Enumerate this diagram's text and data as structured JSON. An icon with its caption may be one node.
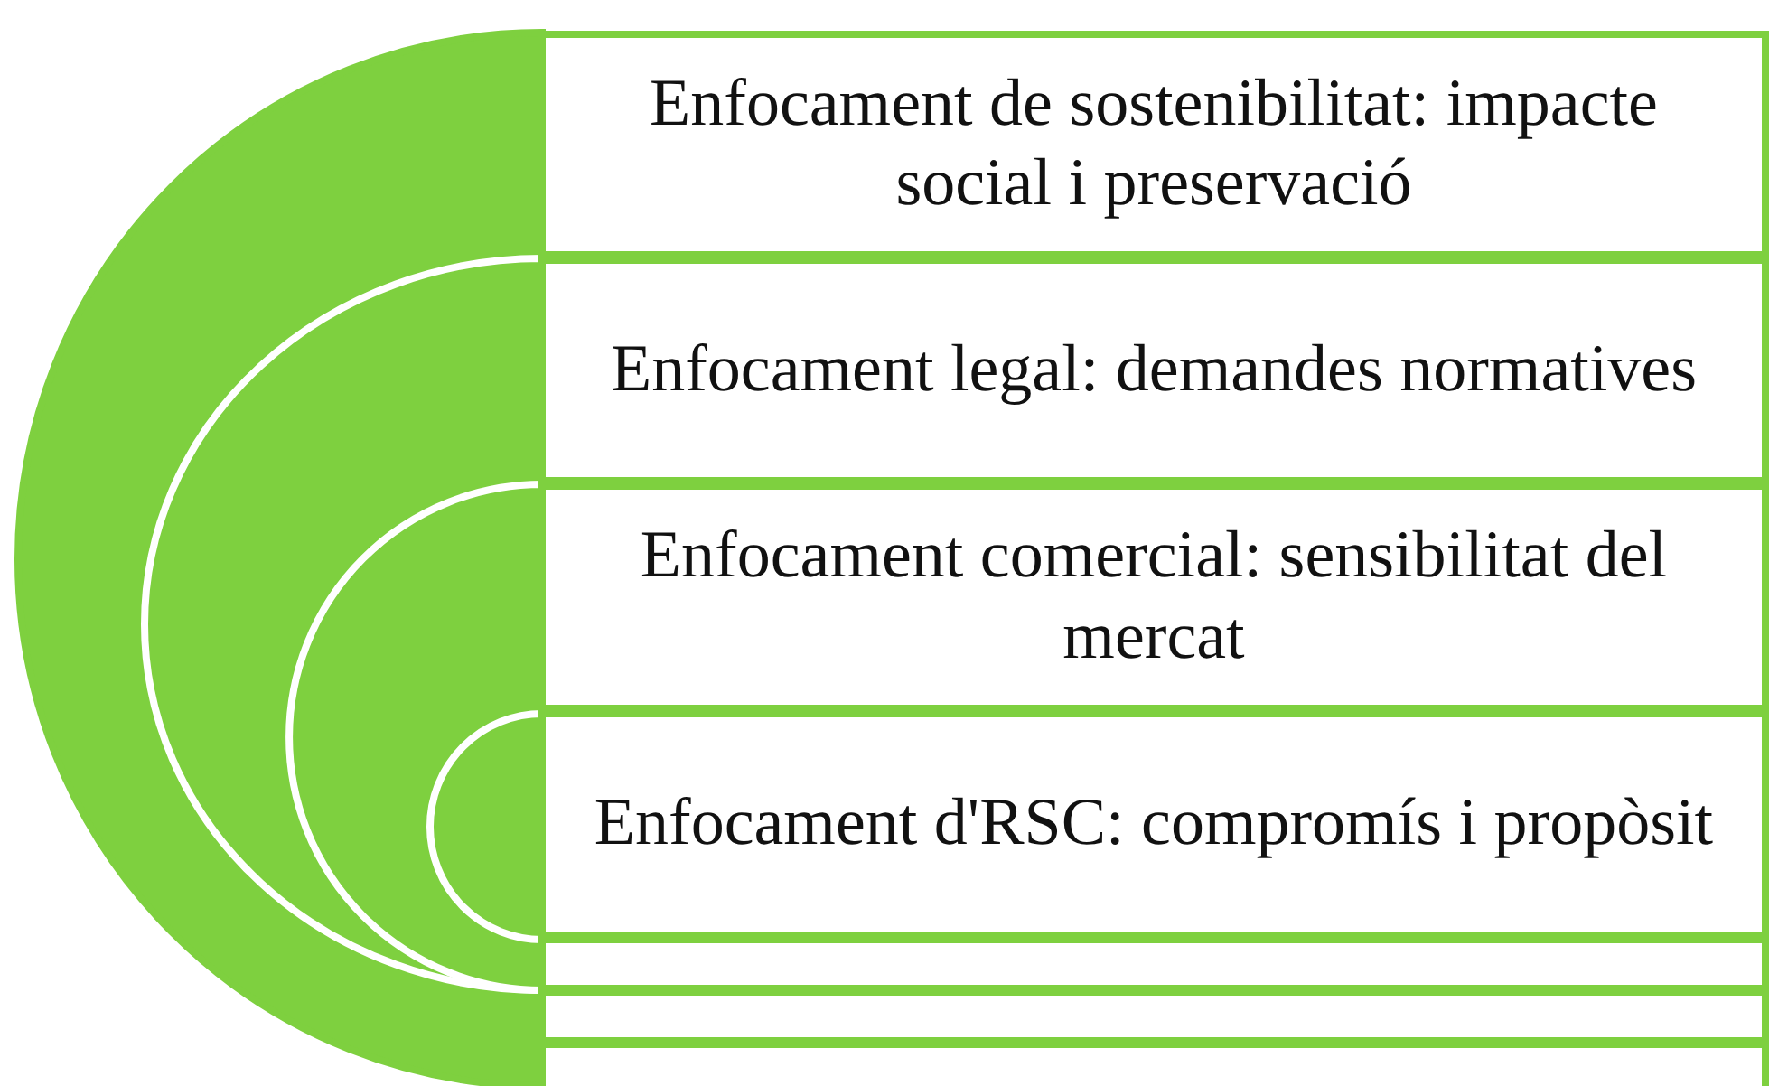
{
  "diagram": {
    "nodes": [
      {
        "text": [
          "Enfocament de sostenibilitat: impacte social i preservació"
        ]
      },
      {
        "text": [
          "Enfocament legal: demandes normatives"
        ]
      },
      {
        "text": [
          "Enfocament comercial: sensibilitat del mercat"
        ]
      },
      {
        "text": [
          "Enfocament d'RSC: compromís i propòsit"
        ]
      },
      {
        "text": [],
        "shape": "box"
      },
      {
        "text": [],
        "shape": "box"
      },
      {
        "text": [],
        "shape": "box"
      }
    ],
    "edges": []
  }
}
